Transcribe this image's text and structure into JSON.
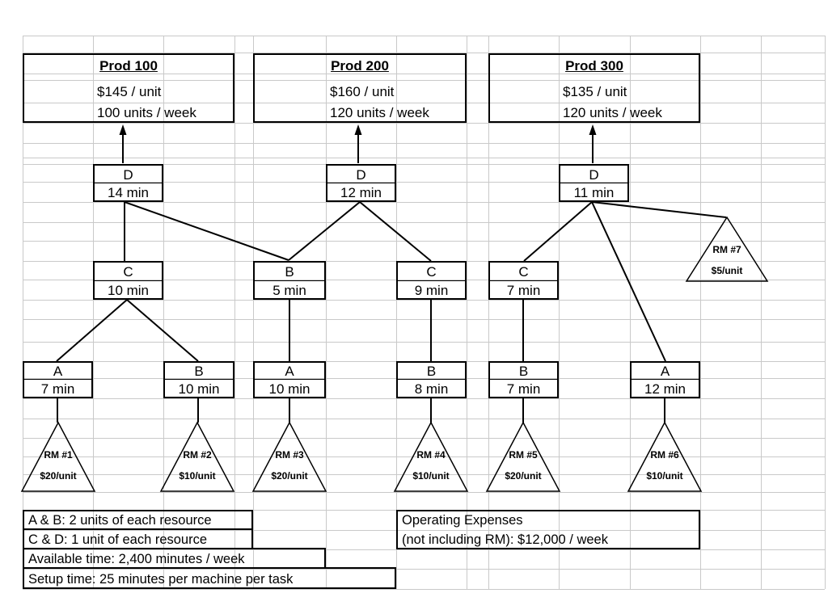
{
  "products": [
    {
      "title": "Prod 100",
      "price": "$145 / unit",
      "demand": "100 units / week"
    },
    {
      "title": "Prod 200",
      "price": "$160 / unit",
      "demand": "120 units / week"
    },
    {
      "title": "Prod 300",
      "price": "$135 / unit",
      "demand": "120 units / week"
    }
  ],
  "stations": {
    "p100_d": {
      "label": "D",
      "time": "14 min"
    },
    "p100_c": {
      "label": "C",
      "time": "10 min"
    },
    "p100_a": {
      "label": "A",
      "time": "7 min"
    },
    "p100_b": {
      "label": "B",
      "time": "10 min"
    },
    "p200_d": {
      "label": "D",
      "time": "12 min"
    },
    "p200_b_upper": {
      "label": "B",
      "time": "5 min"
    },
    "p200_c": {
      "label": "C",
      "time": "9 min"
    },
    "p200_a": {
      "label": "A",
      "time": "10 min"
    },
    "p200_b_lower": {
      "label": "B",
      "time": "8 min"
    },
    "p300_d": {
      "label": "D",
      "time": "11 min"
    },
    "p300_c": {
      "label": "C",
      "time": "7 min"
    },
    "p300_b": {
      "label": "B",
      "time": "7 min"
    },
    "p300_a": {
      "label": "A",
      "time": "12 min"
    }
  },
  "raw_materials": [
    {
      "name": "RM #1",
      "cost": "$20/unit"
    },
    {
      "name": "RM #2",
      "cost": "$10/unit"
    },
    {
      "name": "RM #3",
      "cost": "$20/unit"
    },
    {
      "name": "RM #4",
      "cost": "$10/unit"
    },
    {
      "name": "RM #5",
      "cost": "$20/unit"
    },
    {
      "name": "RM #6",
      "cost": "$10/unit"
    },
    {
      "name": "RM #7",
      "cost": "$5/unit"
    }
  ],
  "notes": [
    "A & B: 2 units of each resource",
    "C & D: 1 unit of each resource",
    "Available time:  2,400 minutes / week",
    "Setup time: 25 minutes per machine per task"
  ],
  "operating_expenses": {
    "line1": "Operating Expenses",
    "line2": "(not including RM): $12,000 / week"
  }
}
